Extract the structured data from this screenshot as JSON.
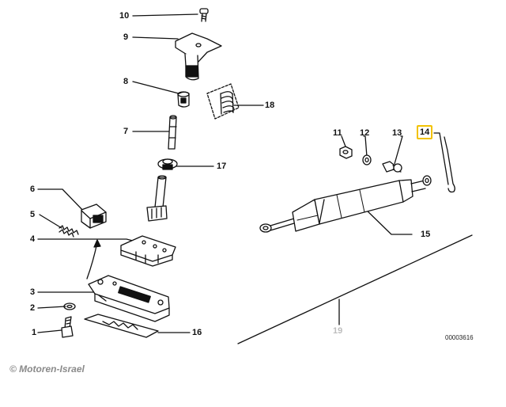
{
  "diagram": {
    "labels": {
      "p1": "1",
      "p2": "2",
      "p3": "3",
      "p4": "4",
      "p5": "5",
      "p6": "6",
      "p7": "7",
      "p8": "8",
      "p9": "9",
      "p10": "10",
      "p11": "11",
      "p12": "12",
      "p13": "13",
      "p14": "14",
      "p15": "15",
      "p16": "16",
      "p17": "17",
      "p18": "18",
      "p19": "19"
    },
    "highlighted_label": "14",
    "highlight_color": "#f2c200",
    "drawing_number": "00003616",
    "copyright": "© Motoren-Israel"
  }
}
